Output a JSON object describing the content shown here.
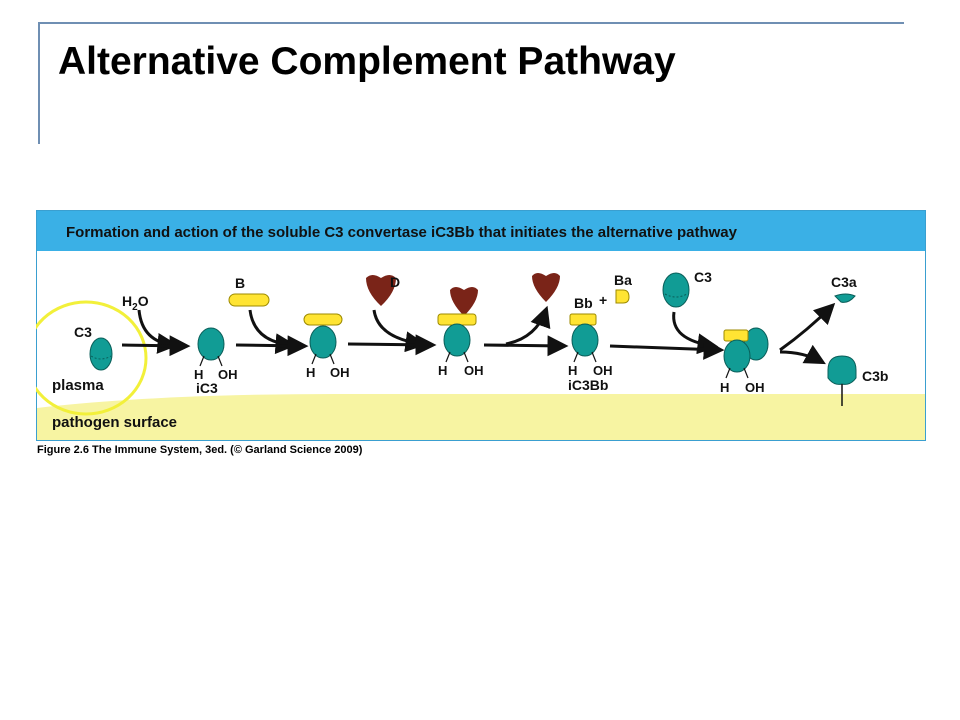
{
  "slide": {
    "title": "Alternative Complement Pathway"
  },
  "figure": {
    "header": "Formation and action of the soluble C3 convertase iC3Bb that initiates the alternative pathway",
    "caption": "Figure 2.6 The Immune System, 3ed. (© Garland Science 2009)",
    "colors": {
      "header_band": "#3ab0e6",
      "surface_band": "#f7f4a2",
      "c3_protein": "#119c95",
      "factor_b": "#ffe433",
      "factor_d": "#7a2418",
      "highlight_ring": "#f2f03a"
    },
    "labels": {
      "c3": "C3",
      "h2o_h": "H",
      "h2o_sub": "2",
      "h2o_o": "O",
      "plasma": "plasma",
      "pathogen_surface": "pathogen surface",
      "b": "B",
      "d": "D",
      "ba": "Ba",
      "bb": "Bb",
      "plus": "+",
      "c3_second": "C3",
      "c3a": "C3a",
      "c3b": "C3b",
      "h1": "H",
      "oh1": "OH",
      "ic3": "iC3",
      "h2": "H",
      "oh2": "OH",
      "h3": "H",
      "oh3": "OH",
      "h4": "H",
      "oh4": "OH",
      "ic3bb": "iC3Bb",
      "h5": "H",
      "oh5": "OH"
    }
  }
}
